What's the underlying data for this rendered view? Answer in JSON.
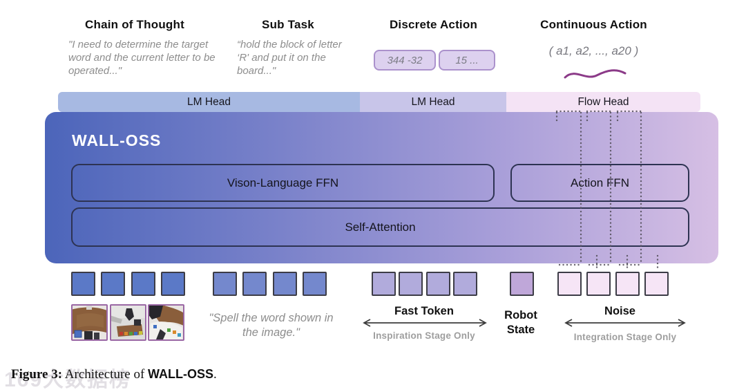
{
  "columns": [
    {
      "title": "Chain of Thought",
      "quote": "\"I need to determine the target word and the current letter to be operated...\""
    },
    {
      "title": "Sub Task",
      "quote": "“hold the block of letter ‘R' and put it on the board...\""
    },
    {
      "title": "Discrete Action",
      "tokens": [
        "344 -32",
        "15 ..."
      ]
    },
    {
      "title": "Continuous Action",
      "vector": "( a1, a2, ..., a20 )"
    }
  ],
  "heads": [
    {
      "label": "LM Head"
    },
    {
      "label": "LM Head"
    },
    {
      "label": "Flow Head"
    }
  ],
  "model": {
    "name": "WALL-OSS",
    "blocks": {
      "vl_ffn": "Vison-Language FFN",
      "action_ffn": "Action FFN",
      "self_attention": "Self-Attention"
    }
  },
  "tokens": {
    "text_tokens_count": 4,
    "subtask_tokens_count": 4,
    "fast_tokens_count": 4,
    "robot_state_count": 1,
    "noise_tokens_count": 4
  },
  "bottom": {
    "image_prompt": "\"Spell the word shown in the image.\"",
    "fast_token": {
      "label": "Fast Token",
      "sub": "Inspiration Stage Only"
    },
    "robot_state": {
      "line1": "Robot",
      "line2": "State"
    },
    "noise": {
      "label": "Noise",
      "sub": "Integration Stage Only"
    }
  },
  "caption": {
    "prefix": "Figure 3:",
    "middle": " Architecture of ",
    "model": "WALL-OSS",
    "suffix": "."
  },
  "watermark": {
    "text": "169大数据榜"
  },
  "colors": {
    "head_lm1": "#a7b9e2",
    "head_lm2": "#c8c5e9",
    "head_flow": "#f4e3f5",
    "box_gradient_left": "#4c65ba",
    "box_gradient_right": "#d6bfe4",
    "token_group1": "#5b79c7",
    "token_group2": "#7488cd",
    "token_fast": "#b1abdc",
    "token_robot_state": "#bfa7d9",
    "token_noise": "#f6e5f6",
    "discrete_token_fill": "#ddd1ef",
    "discrete_token_border": "#ab91cc",
    "squiggle": "#8b3a88",
    "quote_gray": "#8d8d8d"
  }
}
